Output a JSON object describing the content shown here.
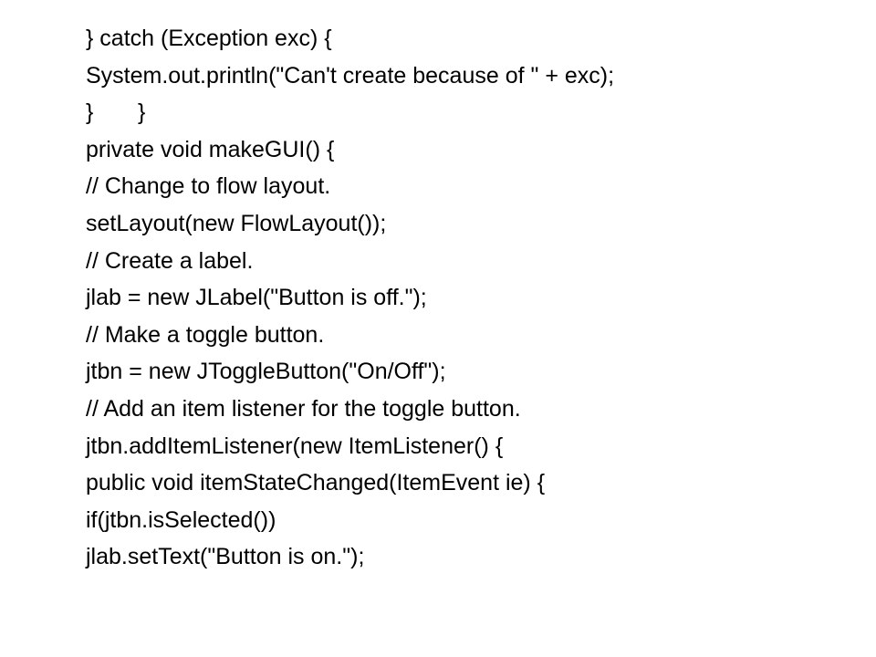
{
  "code_lines": [
    "} catch (Exception exc) {",
    "System.out.println(\"Can't create because of \" + exc);",
    "}       }",
    "private void makeGUI() {",
    "// Change to flow layout.",
    "setLayout(new FlowLayout());",
    "// Create a label.",
    "jlab = new JLabel(\"Button is off.\");",
    "// Make a toggle button.",
    "jtbn = new JToggleButton(\"On/Off\");",
    "// Add an item listener for the toggle button.",
    "jtbn.addItemListener(new ItemListener() {",
    "public void itemStateChanged(ItemEvent ie) {",
    "if(jtbn.isSelected())",
    "jlab.setText(\"Button is on.\");"
  ]
}
